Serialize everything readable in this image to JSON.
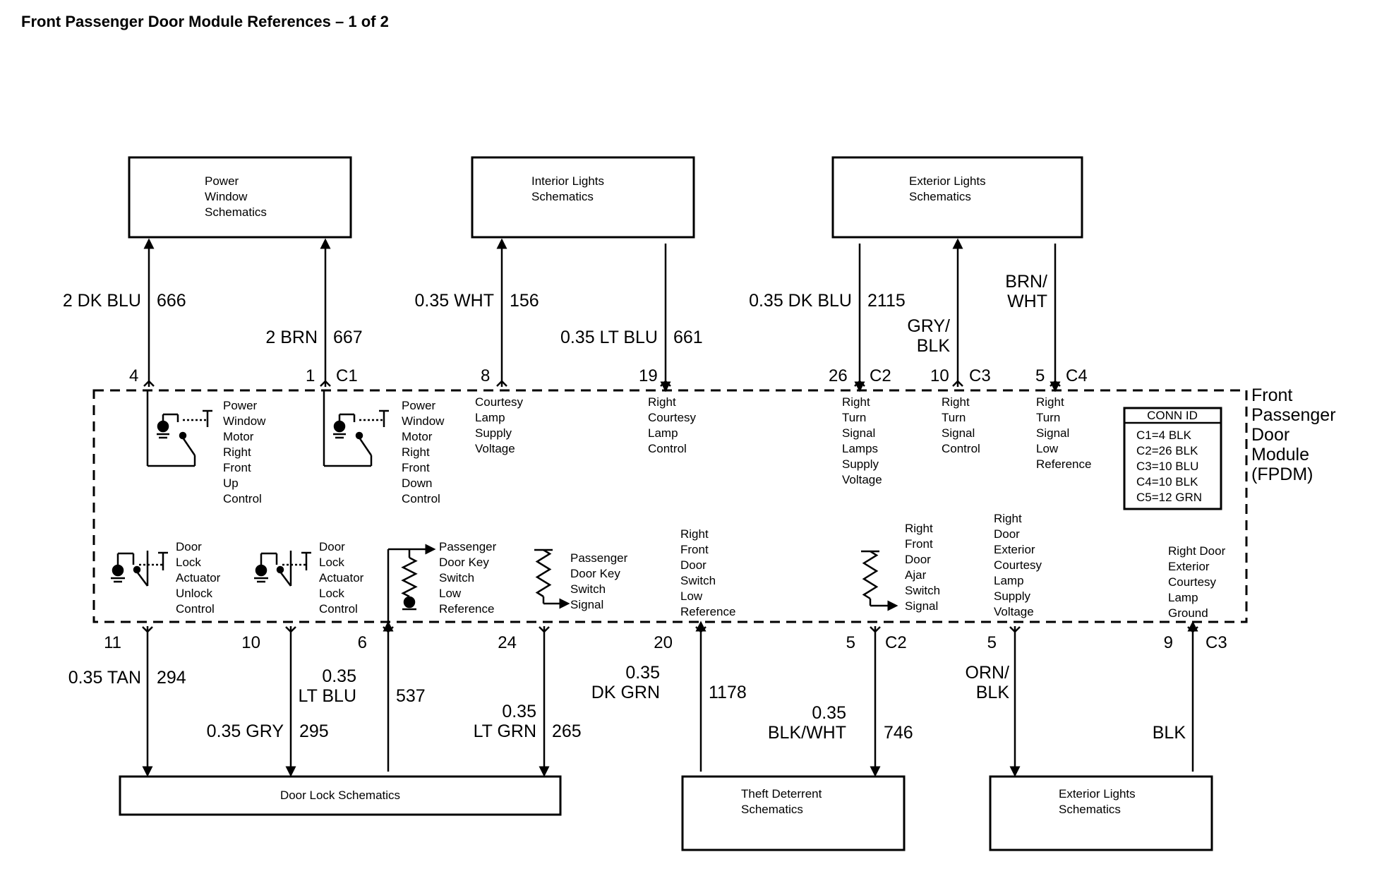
{
  "title": "Front Passenger Door Module References – 1 of 2",
  "module": {
    "name_lines": [
      "Front",
      "Passenger",
      "Door",
      "Module",
      "(FPDM)"
    ],
    "conn_id": {
      "header": "CONN ID",
      "rows": [
        "C1=4 BLK",
        "C2=26 BLK",
        "C3=10 BLU",
        "C4=10 BLK",
        "C5=12 GRN"
      ]
    }
  },
  "top_boxes": [
    {
      "lines": [
        "Power",
        "Window",
        "Schematics"
      ]
    },
    {
      "lines": [
        "Interior Lights",
        "Schematics"
      ]
    },
    {
      "lines": [
        "Exterior Lights",
        "Schematics"
      ]
    }
  ],
  "bottom_boxes": [
    {
      "lines": [
        "Door Lock Schematics"
      ]
    },
    {
      "lines": [
        "Theft Deterrent",
        "Schematics"
      ]
    },
    {
      "lines": [
        "Exterior Lights",
        "Schematics"
      ]
    }
  ],
  "top_circuits": [
    {
      "wire": [
        "2 DK BLU"
      ],
      "circuit": "666",
      "pin": "4",
      "connector": "",
      "function": [
        "Power",
        "Window",
        "Motor",
        "Right",
        "Front",
        "Up",
        "Control"
      ]
    },
    {
      "wire": [
        "2 BRN"
      ],
      "circuit": "667",
      "pin": "1",
      "connector": "C1",
      "function": [
        "Power",
        "Window",
        "Motor",
        "Right",
        "Front",
        "Down",
        "Control"
      ]
    },
    {
      "wire": [
        "0.35 WHT"
      ],
      "circuit": "156",
      "pin": "8",
      "connector": "",
      "function": [
        "Courtesy",
        "Lamp",
        "Supply",
        "Voltage"
      ]
    },
    {
      "wire": [
        "0.35 LT BLU"
      ],
      "circuit": "661",
      "pin": "19",
      "connector": "",
      "function": [
        "Right",
        "Courtesy",
        "Lamp",
        "Control"
      ]
    },
    {
      "wire": [
        "0.35 DK BLU"
      ],
      "circuit": "2115",
      "pin": "26",
      "connector": "C2",
      "function": [
        "Right",
        "Turn",
        "Signal",
        "Lamps",
        "Supply",
        "Voltage"
      ]
    },
    {
      "wire": [
        "GRY/",
        "BLK"
      ],
      "circuit": "",
      "pin": "10",
      "connector": "C3",
      "function": [
        "Right",
        "Turn",
        "Signal",
        "Control"
      ]
    },
    {
      "wire": [
        "BRN/",
        "WHT"
      ],
      "circuit": "",
      "pin": "5",
      "connector": "C4",
      "function": [
        "Right",
        "Turn",
        "Signal",
        "Low",
        "Reference"
      ]
    }
  ],
  "bottom_circuits": [
    {
      "wire": [
        "0.35 TAN"
      ],
      "circuit": "294",
      "pin": "11",
      "connector": "",
      "function": [
        "Door",
        "Lock",
        "Actuator",
        "Unlock",
        "Control"
      ]
    },
    {
      "wire": [
        "0.35 GRY"
      ],
      "circuit": "295",
      "pin": "10",
      "connector": "",
      "function": [
        "Door",
        "Lock",
        "Actuator",
        "Lock",
        "Control"
      ]
    },
    {
      "wire": [
        "0.35",
        "LT BLU"
      ],
      "circuit": "537",
      "pin": "6",
      "connector": "",
      "function": [
        "Passenger",
        "Door Key",
        "Switch",
        "Low",
        "Reference"
      ]
    },
    {
      "wire": [
        "0.35",
        "LT GRN"
      ],
      "circuit": "265",
      "pin": "24",
      "connector": "",
      "function": [
        "Passenger",
        "Door Key",
        "Switch",
        "Signal"
      ]
    },
    {
      "wire": [
        "0.35",
        "DK GRN"
      ],
      "circuit": "1178",
      "pin": "20",
      "connector": "",
      "function": [
        "Right",
        "Front",
        "Door",
        "Switch",
        "Low",
        "Reference"
      ]
    },
    {
      "wire": [
        "0.35",
        "BLK/WHT"
      ],
      "circuit": "746",
      "pin": "5",
      "connector": "C2",
      "function": [
        "Right",
        "Front",
        "Door",
        "Ajar",
        "Switch",
        "Signal"
      ]
    },
    {
      "wire": [
        "ORN/",
        "BLK"
      ],
      "circuit": "",
      "pin": "5",
      "connector": "",
      "function": [
        "Right",
        "Door",
        "Exterior",
        "Courtesy",
        "Lamp",
        "Supply",
        "Voltage"
      ]
    },
    {
      "wire": [
        "BLK"
      ],
      "circuit": "",
      "pin": "9",
      "connector": "C3",
      "function": [
        "Right Door",
        "Exterior",
        "Courtesy",
        "Lamp",
        "Ground"
      ]
    }
  ]
}
